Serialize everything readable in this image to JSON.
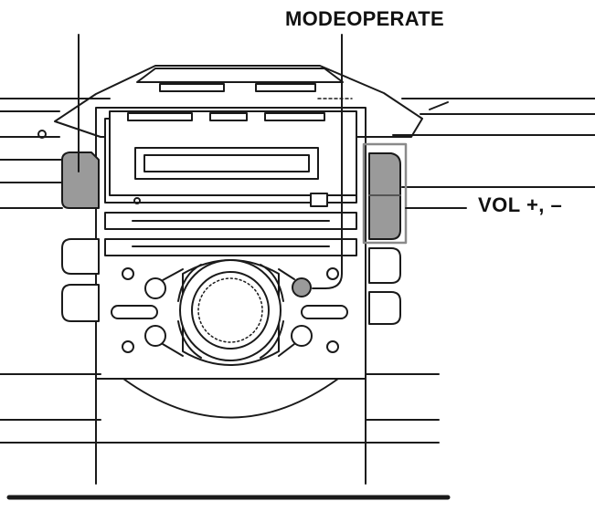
{
  "labels": {
    "mode_operate": "MODEOPERATE",
    "vol": "VOL +,  –"
  },
  "colors": {
    "line": "#1a1a1a",
    "highlight_button": "#9a9a9a",
    "highlight_box": "#8a8a8a",
    "panel": "#ffffff"
  },
  "icons": {
    "callout_lines": "leader-lines",
    "dial": "volume-dial-icon",
    "operate_button": "round-button-icon"
  }
}
